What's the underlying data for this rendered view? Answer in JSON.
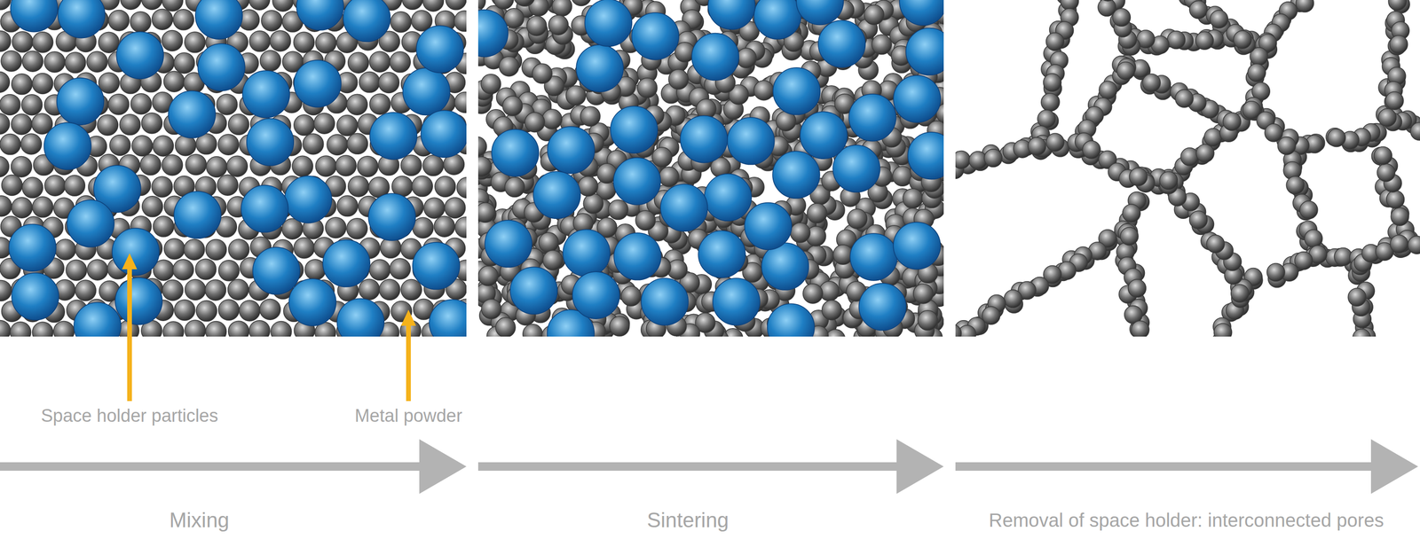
{
  "diagram": {
    "labels": [
      "Space holder particles",
      "Metal powder",
      "Mixing",
      "Sintering",
      "Removal of space holder: interconnected pores"
    ]
  }
}
